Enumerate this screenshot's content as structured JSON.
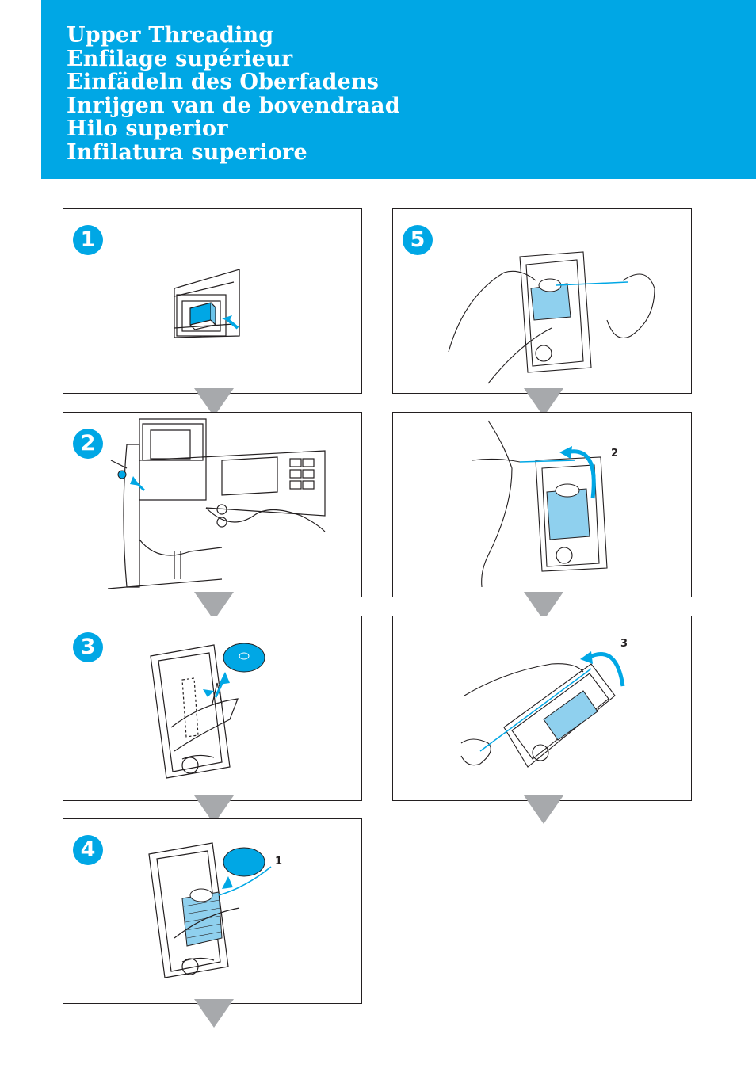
{
  "header": {
    "titles": [
      "Upper Threading",
      "Enfilage supérieur",
      "Einfädeln des Oberfadens",
      "Inrijgen van de bovendraad",
      "Hilo superior",
      "Infilatura superiore"
    ]
  },
  "steps": [
    {
      "number": "1"
    },
    {
      "number": "2"
    },
    {
      "number": "3"
    },
    {
      "number": "4",
      "callout": "1"
    },
    {
      "number": "5"
    },
    {
      "callout": "2"
    },
    {
      "callout": "3"
    }
  ],
  "colors": {
    "accent": "#00a7e5",
    "flow_arrow": "#a7a9ac",
    "line_art": "#231f20"
  }
}
